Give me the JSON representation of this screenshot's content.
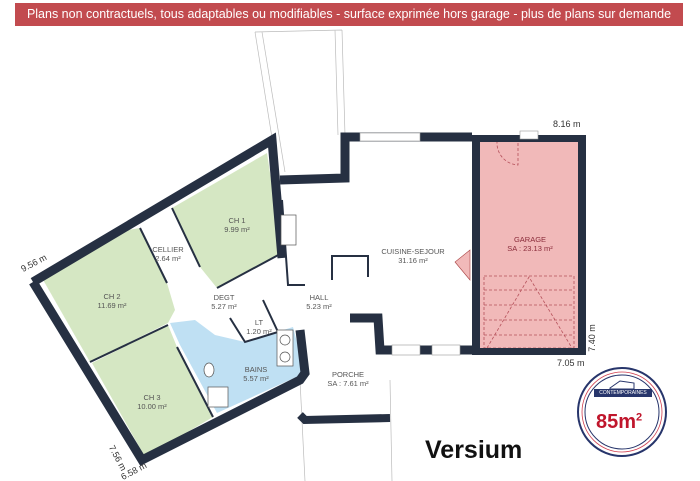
{
  "banner": "Plans non contractuels, tous adaptables ou modifiables - surface exprimée hors garage - plus de plans sur demande",
  "rooms": {
    "ch1": {
      "name": "CH 1",
      "area": "9.99 m²"
    },
    "ch2": {
      "name": "CH 2",
      "area": "11.69 m²"
    },
    "ch3": {
      "name": "CH 3",
      "area": "10.00 m²"
    },
    "cellier": {
      "name": "CELLIER",
      "area": "2.64 m²"
    },
    "degt": {
      "name": "DEGT",
      "area": "5.27 m²"
    },
    "wc": {
      "name": "LT",
      "area": "1.20 m²"
    },
    "bains": {
      "name": "BAINS",
      "area": "5.57 m²"
    },
    "hall": {
      "name": "HALL",
      "area": "5.23 m²"
    },
    "sejour": {
      "name": "CUISINE-SEJOUR",
      "area": "31.16 m²"
    },
    "garage": {
      "name": "GARAGE",
      "area": "SA : 23.13 m²"
    },
    "porche": {
      "name": "PORCHE",
      "area": "SA : 7.61 m²"
    }
  },
  "dimensions": {
    "left_top": "9.56 m",
    "garage_top": "8.16 m",
    "garage_right": "7.40 m",
    "garage_bottom": "7.05 m",
    "wing_left": "7.56 m",
    "wing_bottom": "6.58 m"
  },
  "model_name": "Versium",
  "badge": {
    "brand": "CONTEMPORAINES",
    "size": "85m",
    "unit_sup": "2"
  },
  "colors": {
    "banner": "#c24b4f",
    "bedroom": "#d5e7c3",
    "bath": "#bfe0f3",
    "garage": "#f1b9b9",
    "wall": "#263042"
  }
}
